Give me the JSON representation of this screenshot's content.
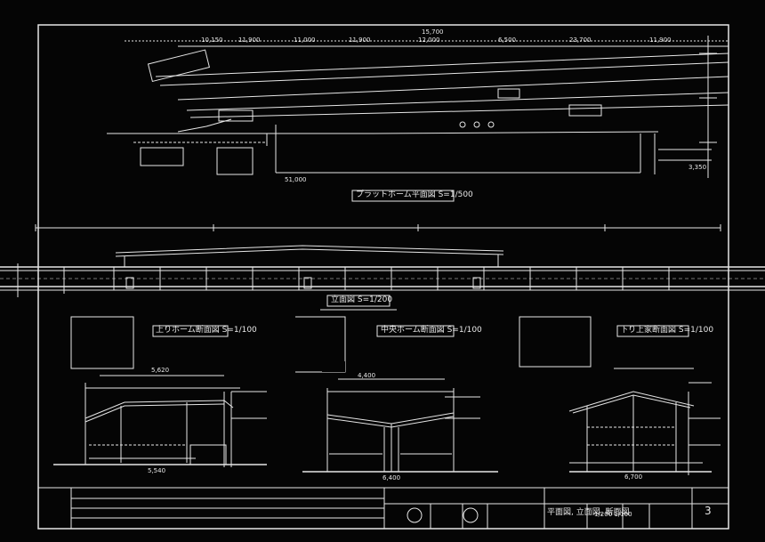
{
  "labels": {
    "top_dimension": "15,700",
    "dim_a": "10,150",
    "dim_b": "11,900",
    "dim_c": "11,000",
    "dim_d": "11,900",
    "dim_e": "12,000",
    "dim_f": "6,500",
    "dim_g": "23,700",
    "dim_h": "11,900",
    "dim_i": "51,000",
    "dim_j": "3,350",
    "plan_title": "プラットホーム平面図 S=1/500",
    "elevation_title": "立面図 S=1/200",
    "section_1_title": "上りホーム断面図 S=1/100",
    "section_2_title": "中央ホーム断面図 S=1/100",
    "section_3_title": "下り上家断面図 S=1/100",
    "sec_dim_1": "5,620",
    "sec_dim_2": "5,540",
    "sec_dim_3": "4,400",
    "sec_dim_4": "6,400",
    "sec_dim_5": "6,700",
    "sheet_number": "3",
    "drawing_name": "平面図, 立面図, 断面図",
    "scale": "1/200 1/100"
  }
}
